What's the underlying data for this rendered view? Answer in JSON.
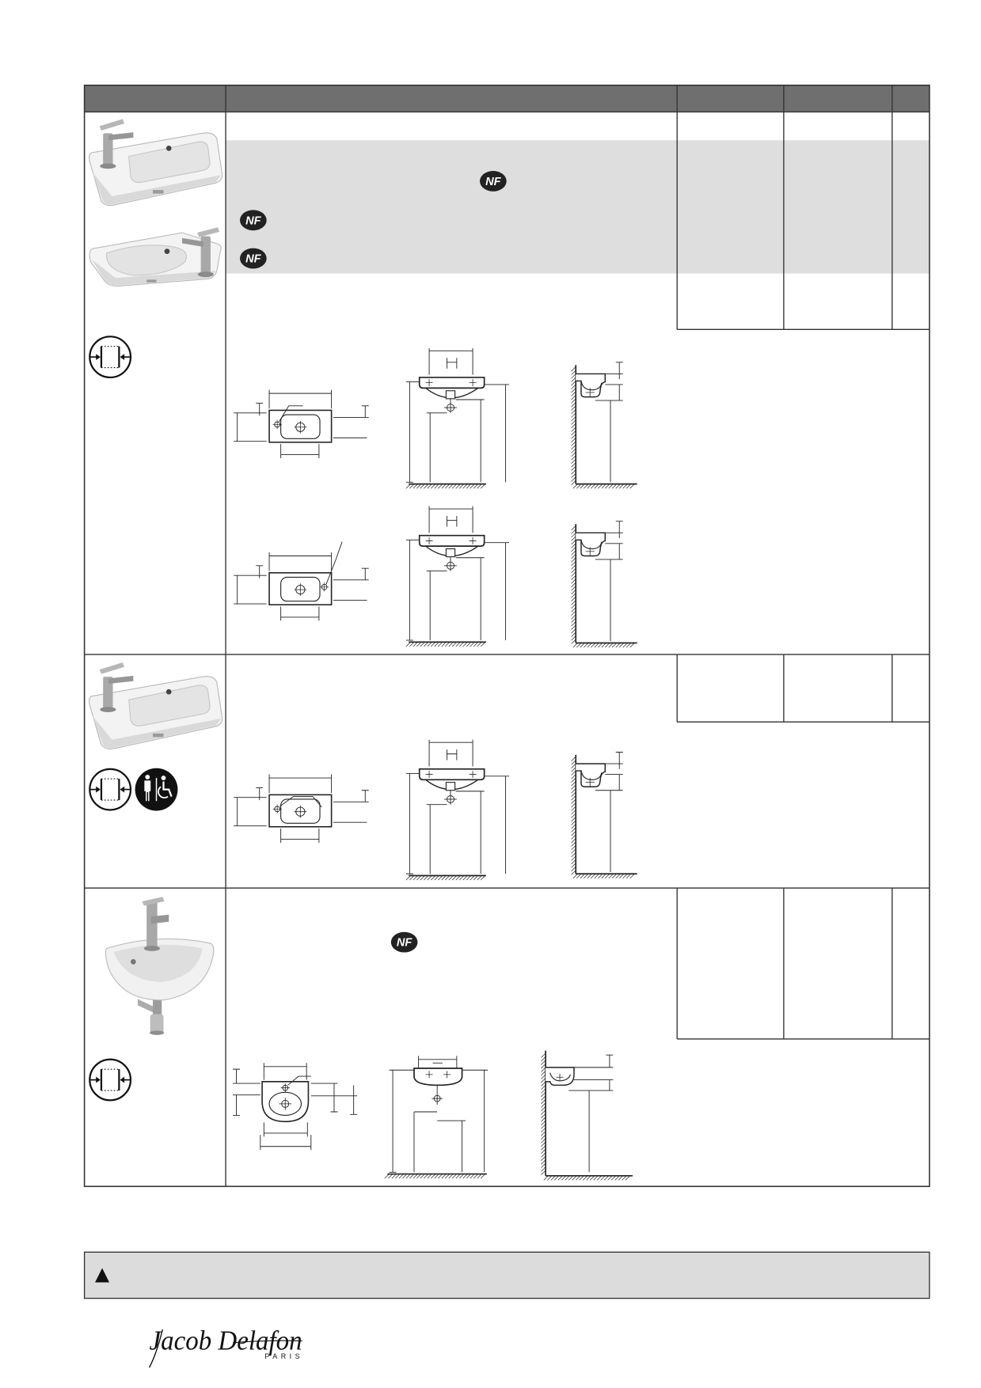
{
  "brand": {
    "name": "Jacob Delafon",
    "city": "PARIS"
  },
  "badges": {
    "nf": "NF"
  },
  "icons": {
    "compact": "compact-size-icon",
    "accessible": "accessibility-icon",
    "warning": "warning-triangle-icon",
    "certification": "nf-badge-icon"
  },
  "colors": {
    "header": "#6f6f6f",
    "band": "#dedede",
    "note": "#dcdcdc",
    "rule": "#333333",
    "badge": "#222222"
  }
}
